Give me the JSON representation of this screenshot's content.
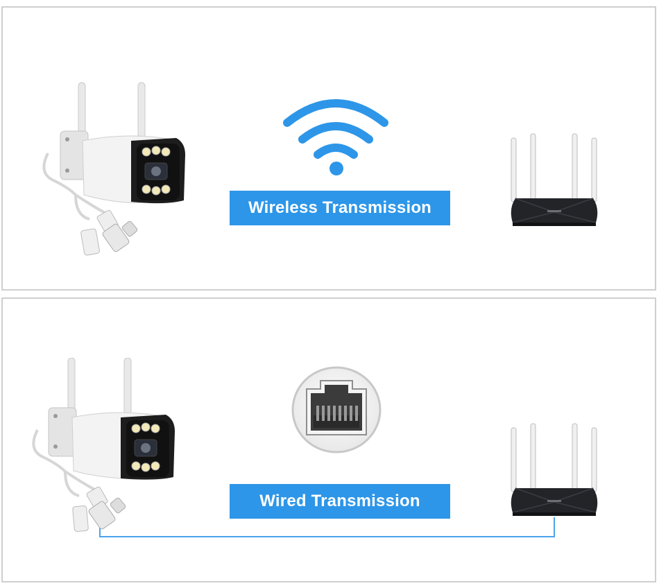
{
  "colors": {
    "accent": "#2d96e8",
    "border": "#cfcfcf",
    "cable": "#4aa3ee"
  },
  "wireless": {
    "label": "Wireless Transmission",
    "icons": [
      "camera-icon",
      "wifi-icon",
      "router-icon"
    ]
  },
  "wired": {
    "label": "Wired Transmission",
    "icons": [
      "camera-icon",
      "ethernet-port-icon",
      "router-icon",
      "cable-line"
    ]
  }
}
